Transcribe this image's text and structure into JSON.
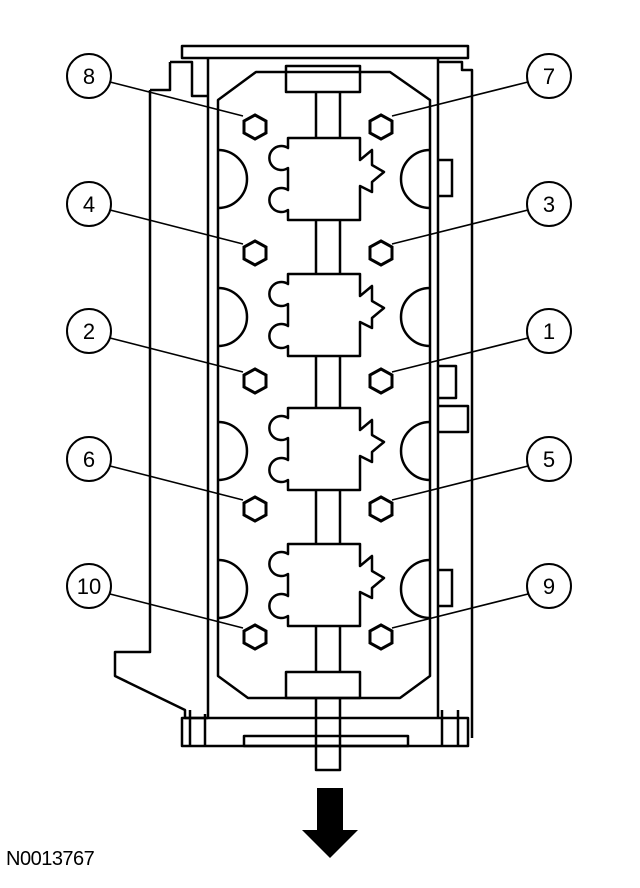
{
  "figure_id": "N0013767",
  "callouts": [
    {
      "label": "8"
    },
    {
      "label": "7"
    },
    {
      "label": "4"
    },
    {
      "label": "3"
    },
    {
      "label": "2"
    },
    {
      "label": "1"
    },
    {
      "label": "6"
    },
    {
      "label": "5"
    },
    {
      "label": "10"
    },
    {
      "label": "9"
    }
  ],
  "colors": {
    "line": "#000000",
    "background": "#ffffff"
  },
  "icons": {
    "direction": "arrow-down-icon",
    "bolt": "hex-bolt-icon"
  }
}
